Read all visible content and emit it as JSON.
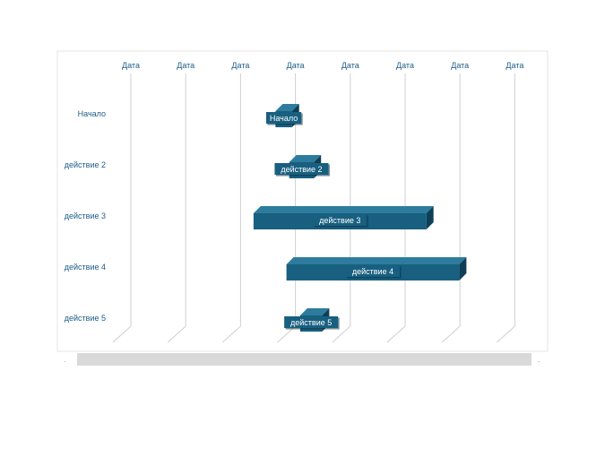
{
  "chart_data": {
    "type": "bar",
    "subtype": "gantt-3d",
    "x_tick_labels": [
      "Дата",
      "Дата",
      "Дата",
      "Дата",
      "Дата",
      "Дата",
      "Дата",
      "Дата"
    ],
    "xlim": [
      0,
      7
    ],
    "categories": [
      "Начало",
      "действие 2",
      "действие 3",
      "действие 4",
      "действие 5"
    ],
    "tasks": [
      {
        "label": "Начало",
        "start": 2.8,
        "end": 3.1,
        "bar_label": "Начало"
      },
      {
        "label": "действие 2",
        "start": 3.05,
        "end": 3.5,
        "bar_label": "действие 2"
      },
      {
        "label": "действие 3",
        "start": 2.4,
        "end": 5.55,
        "bar_label": "действие 3"
      },
      {
        "label": "действие 4",
        "start": 3.0,
        "end": 6.15,
        "bar_label": "действие 4"
      },
      {
        "label": "действие 5",
        "start": 3.25,
        "end": 3.65,
        "bar_label": "действие 5"
      }
    ],
    "grid": true,
    "legend": "none",
    "colors": {
      "bar_front": "#185f80",
      "bar_top": "#2d7c9e",
      "bar_side": "#0e3f56",
      "text": "#1c5c85",
      "grid": "#cfcfcf",
      "floor": "#d9d9d9"
    }
  }
}
